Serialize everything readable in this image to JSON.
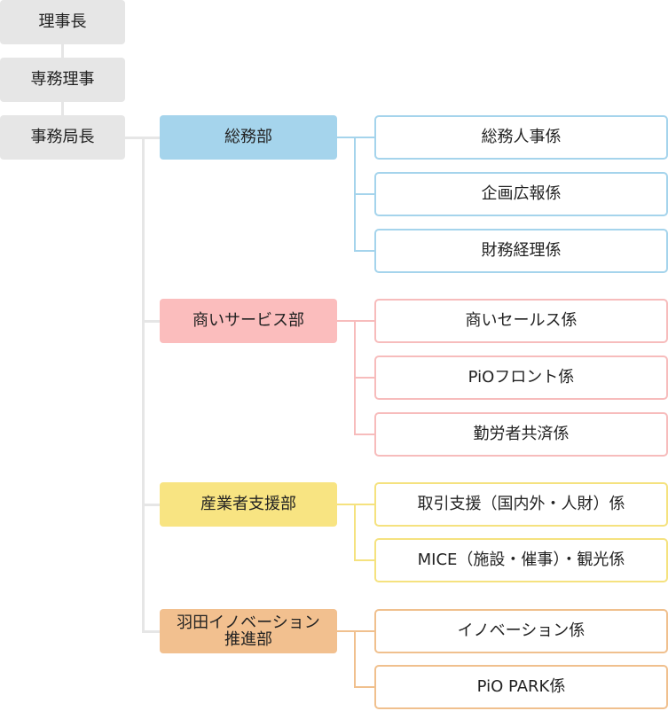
{
  "executives": [
    {
      "label": "理事長"
    },
    {
      "label": "専務理事"
    },
    {
      "label": "事務局長"
    }
  ],
  "departments": [
    {
      "label": "総務部",
      "fill": "#a5d4ec",
      "line": "#a5d4ec",
      "sections": [
        {
          "label": "総務人事係"
        },
        {
          "label": "企画広報係"
        },
        {
          "label": "財務経理係"
        }
      ]
    },
    {
      "label": "商いサービス部",
      "fill": "#fbbdbd",
      "line": "#f7bcbc",
      "sections": [
        {
          "label": "商いセールス係"
        },
        {
          "label": "PiOフロント係"
        },
        {
          "label": "勤労者共済係"
        }
      ]
    },
    {
      "label": "産業者支援部",
      "fill": "#f8e482",
      "line": "#f5e27f",
      "sections": [
        {
          "label": "取引支援（国内外・人財）係"
        },
        {
          "label": "MICE（施設・催事）・観光係"
        }
      ]
    },
    {
      "label": "羽田イノベーション\n推進部",
      "label_line1": "羽田イノベーション",
      "label_line2": "推進部",
      "fill": "#f2c08f",
      "line": "#f0c08e",
      "sections": [
        {
          "label": "イノベーション係"
        },
        {
          "label": "PiO PARK係"
        }
      ]
    }
  ],
  "colors": {
    "executive_fill": "#e6e6e6",
    "trunk_line": "#e6e6e6"
  }
}
